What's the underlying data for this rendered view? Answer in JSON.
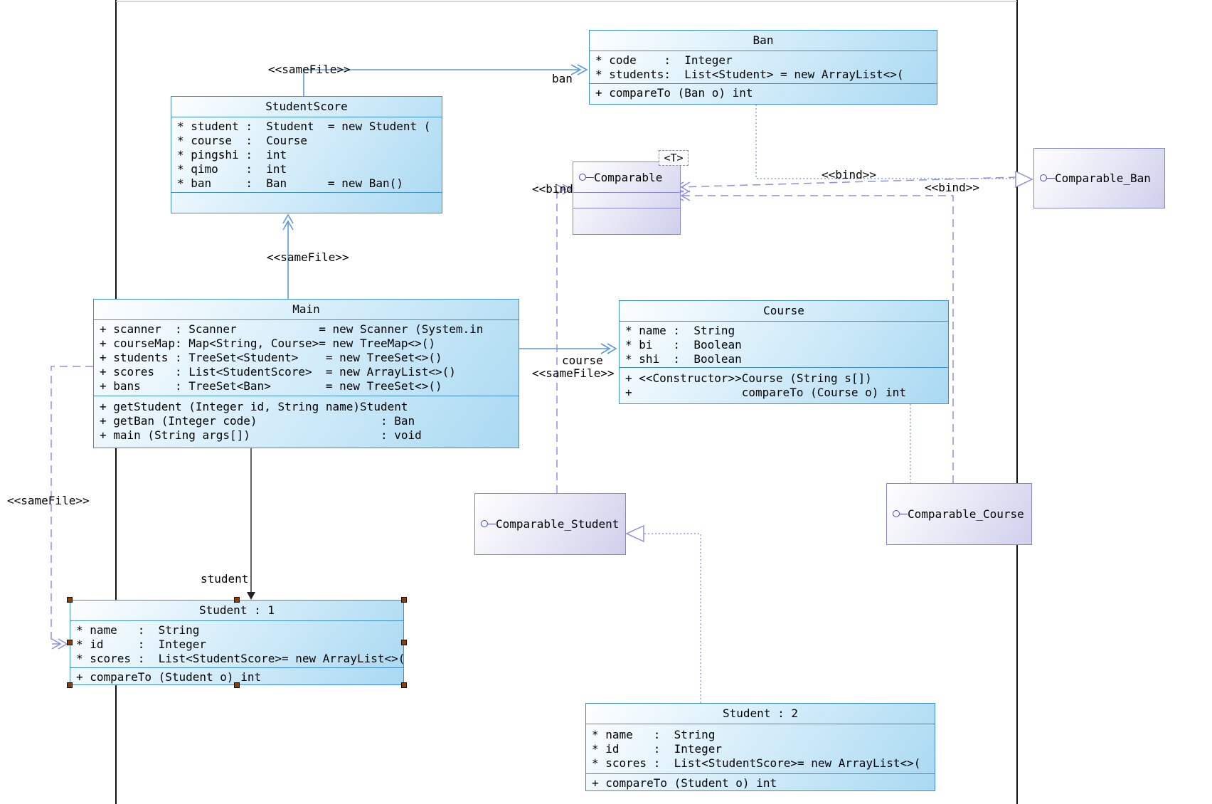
{
  "classes": {
    "ban": {
      "title": "Ban",
      "attrs": [
        "* code    :  Integer",
        "* students:  List<Student> = new ArrayList<>("
      ],
      "methods": [
        "+ compareTo (Ban o) int"
      ]
    },
    "student_score": {
      "title": "StudentScore",
      "attrs": [
        "* student :  Student  = new Student (",
        "* course  :  Course",
        "* pingshi :  int",
        "* qimo    :  int",
        "* ban     :  Ban      = new Ban()"
      ],
      "methods": []
    },
    "main": {
      "title": "Main",
      "attrs": [
        "+ scanner  : Scanner            = new Scanner (System.in",
        "+ courseMap: Map<String, Course>= new TreeMap<>()",
        "+ students : TreeSet<Student>    = new TreeSet<>()",
        "+ scores   : List<StudentScore>  = new ArrayList<>()",
        "+ bans     : TreeSet<Ban>        = new TreeSet<>()"
      ],
      "methods": [
        "+ getStudent (Integer id, String name)Student",
        "+ getBan (Integer code)                  : Ban",
        "+ main (String args[])                   : void"
      ]
    },
    "course": {
      "title": "Course",
      "attrs": [
        "* name :  String",
        "* bi   :  Boolean",
        "* shi  :  Boolean"
      ],
      "methods": [
        "+ <<Constructor>>Course (String s[])",
        "+                compareTo (Course o) int"
      ]
    },
    "student1": {
      "title": "Student : 1",
      "attrs": [
        "* name   :  String",
        "* id     :  Integer",
        "* scores :  List<StudentScore>= new ArrayList<>("
      ],
      "methods": [
        "+ compareTo (Student o) int"
      ]
    },
    "student2": {
      "title": "Student : 2",
      "attrs": [
        "* name   :  String",
        "* id     :  Integer",
        "* scores :  List<StudentScore>= new ArrayList<>("
      ],
      "methods": [
        "+ compareTo (Student o) int"
      ]
    }
  },
  "interfaces": {
    "comparable": {
      "label": "Comparable",
      "template_param": "<T>"
    },
    "comparable_ban": {
      "label": "Comparable_Ban"
    },
    "comparable_student": {
      "label": "Comparable_Student"
    },
    "comparable_course": {
      "label": "Comparable_Course"
    }
  },
  "labels": {
    "same_file_top": "<<sameFile>>",
    "ban_role": "ban",
    "same_file_mid": "<<sameFile>>",
    "course_role": "course",
    "same_file_course": "<<sameFile>>",
    "student_role": "student",
    "same_file_left": "<<sameFile>>",
    "bind_left": "<<bind>",
    "bind_mid": "<<bind>>",
    "bind_right": "<<bind>>"
  },
  "colors": {
    "class_border": "#3e8fc9",
    "iface_border": "#8585d0",
    "solid_edge": "#5b9bd8",
    "bind_edge": "#8f8fe0",
    "page_line": "#111111"
  }
}
